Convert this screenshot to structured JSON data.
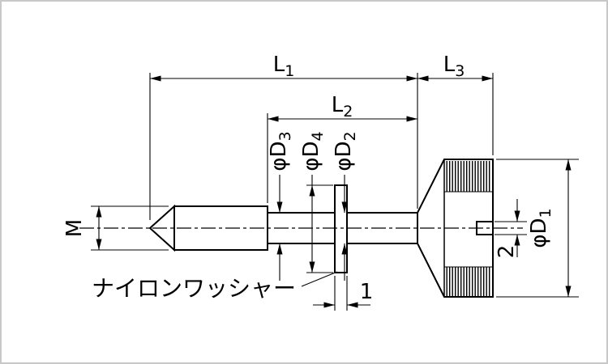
{
  "diagram": {
    "kind": "technical-drawing",
    "part_annotation": "ナイロンワッシャー",
    "dim_labels": {
      "L1": {
        "main": "L",
        "sub": "1"
      },
      "L2": {
        "main": "L",
        "sub": "2"
      },
      "L3": {
        "main": "L",
        "sub": "3"
      },
      "M": {
        "main": "M"
      },
      "phiD1": {
        "main": "φD",
        "sub": "1"
      },
      "phiD2": {
        "main": "φD",
        "sub": "2"
      },
      "phiD3": {
        "main": "φD",
        "sub": "3"
      },
      "phiD4": {
        "main": "φD",
        "sub": "4"
      },
      "slot_width": {
        "main": "2"
      },
      "washer_thickness": {
        "main": "1"
      }
    },
    "colors": {
      "line": "#000000",
      "background": "#ffffff",
      "frame": "#c8c8c8"
    }
  }
}
